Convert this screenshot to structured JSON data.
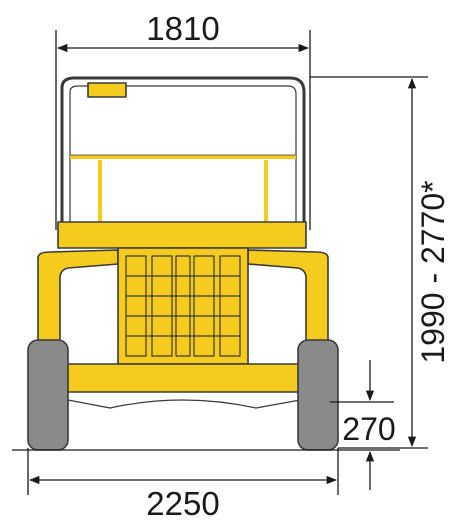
{
  "dimensions": {
    "top_width": "1810",
    "bottom_width": "2250",
    "height_range": "1990 - 2770*",
    "ground_clearance": "270"
  },
  "colors": {
    "machine_body": "#f5cc1e",
    "machine_outline": "#3a3a3a",
    "tire": "#8a8a8a",
    "line": "#1a1a1a"
  }
}
